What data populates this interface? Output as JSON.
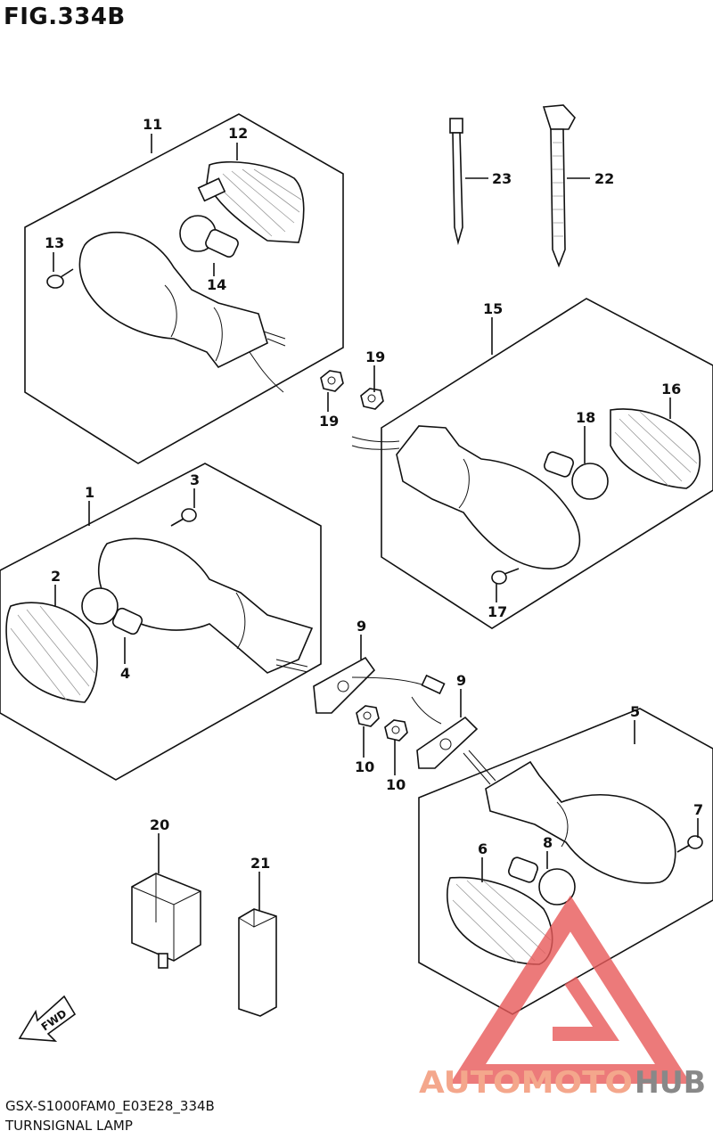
{
  "figure": {
    "title": "FIG.334B",
    "code": "GSX-S1000FAM0_E03E28_334B",
    "name": "TURNSIGNAL LAMP"
  },
  "callouts": {
    "c1": "1",
    "c2": "2",
    "c3": "3",
    "c4": "4",
    "c5": "5",
    "c6": "6",
    "c7": "7",
    "c8": "8",
    "c9a": "9",
    "c9b": "9",
    "c10a": "10",
    "c10b": "10",
    "c11": "11",
    "c12": "12",
    "c13": "13",
    "c14": "14",
    "c15": "15",
    "c16": "16",
    "c17": "17",
    "c18": "18",
    "c19a": "19",
    "c19b": "19",
    "c20": "20",
    "c21": "21",
    "c22": "22",
    "c23": "23"
  },
  "fwd_label": "FWD",
  "watermark": {
    "part1": "AUTOMOTO",
    "part2": "HUB",
    "color1": "#f4a78c",
    "color2": "#888888",
    "triangle_color": "#e85a5a"
  }
}
